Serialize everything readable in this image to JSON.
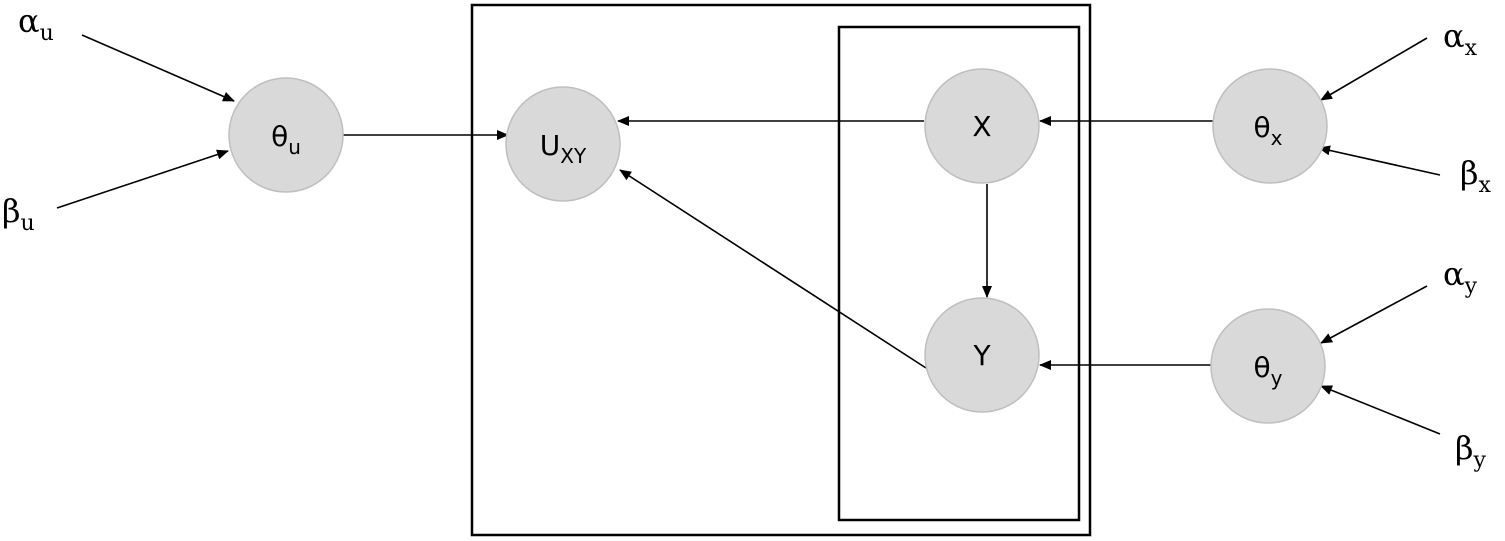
{
  "nodes": {
    "theta_u": {
      "base": "θ",
      "sub": "u"
    },
    "u_xy": {
      "base": "U",
      "sub": "XY"
    },
    "x": {
      "base": "X",
      "sub": ""
    },
    "y": {
      "base": "Y",
      "sub": ""
    },
    "theta_x": {
      "base": "θ",
      "sub": "x"
    },
    "theta_y": {
      "base": "θ",
      "sub": "y"
    }
  },
  "hyperparameters": {
    "alpha_u": {
      "base": "α",
      "sub": "u"
    },
    "beta_u": {
      "base": "β",
      "sub": "u"
    },
    "alpha_x": {
      "base": "α",
      "sub": "x"
    },
    "beta_x": {
      "base": "β",
      "sub": "x"
    },
    "alpha_y": {
      "base": "α",
      "sub": "y"
    },
    "beta_y": {
      "base": "β",
      "sub": "y"
    }
  },
  "edges": [
    {
      "from": "alpha_u",
      "to": "theta_u"
    },
    {
      "from": "beta_u",
      "to": "theta_u"
    },
    {
      "from": "theta_u",
      "to": "u_xy"
    },
    {
      "from": "x",
      "to": "u_xy"
    },
    {
      "from": "y",
      "to": "u_xy"
    },
    {
      "from": "x",
      "to": "y"
    },
    {
      "from": "theta_x",
      "to": "x"
    },
    {
      "from": "theta_y",
      "to": "y"
    },
    {
      "from": "alpha_x",
      "to": "theta_x"
    },
    {
      "from": "beta_x",
      "to": "theta_x"
    },
    {
      "from": "alpha_y",
      "to": "theta_y"
    },
    {
      "from": "beta_y",
      "to": "theta_y"
    }
  ]
}
